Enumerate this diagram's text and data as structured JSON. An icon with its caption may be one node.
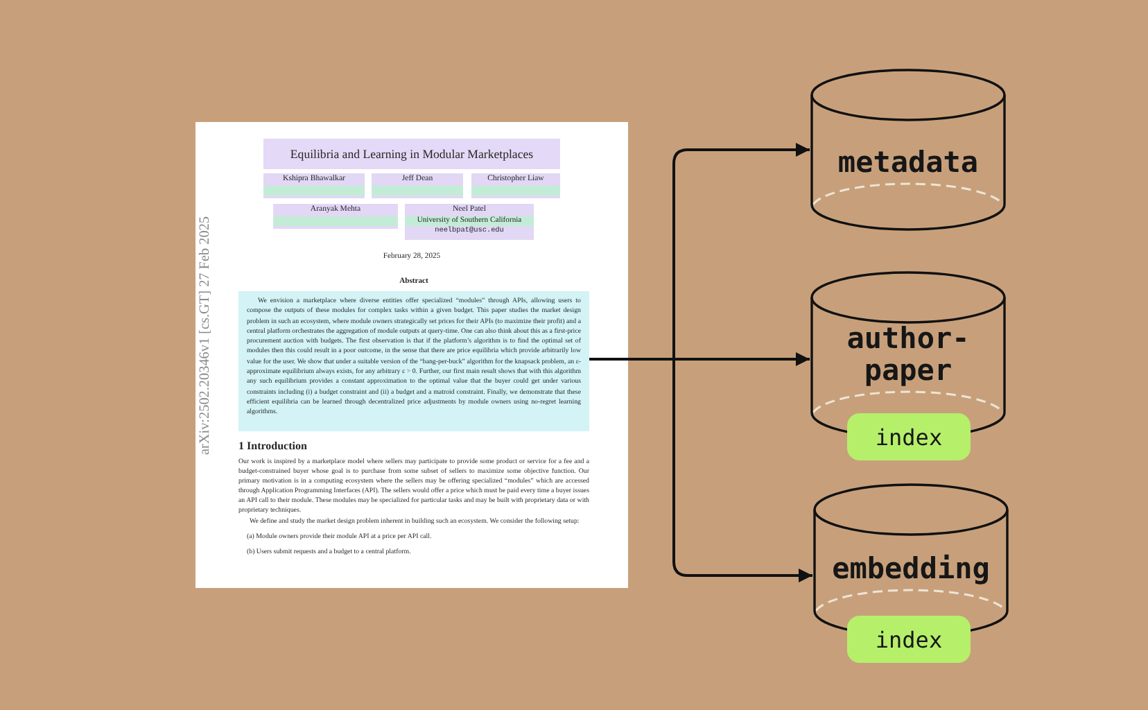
{
  "diagram": {
    "nodes": [
      {
        "text": [
          "arXiv:2502.20346v1 [cs.GT] 27 Feb 2025",
          "February 28, 2025",
          "1 Introduction",
          "Our work is inspired by a marketplace model where sellers may participate to provide some product or service for a fee and a budget-constrained buyer whose goal is to purchase from some subset of sellers to maximize some objective function. Our primary motivation is in a computing ecosystem where the sellers may be offering specialized “modules” which are accessed through Application Programming Interfaces (API). The sellers would offer a price which must be paid every time a buyer issues an API call to their module. These modules may be specialized for particular tasks and may be built with proprietary data or with proprietary techniques.",
          "We define and study the market design problem inherent in building such an ecosystem. We consider the following setup:",
          "(a) Module owners provide their module API at a price per API call.",
          "(b) Users submit requests and a budget to a central platform."
        ]
      },
      {
        "text": [
          "Equilibria and Learning in Modular Marketplaces"
        ],
        "in": 0
      },
      {
        "text": [
          "Kshipra Bhawalkar"
        ],
        "in": 0
      },
      {
        "text": [],
        "shape": "bar",
        "in": 2
      },
      {
        "text": [
          "Jeff Dean"
        ],
        "in": 0
      },
      {
        "text": [],
        "shape": "bar",
        "in": 4
      },
      {
        "text": [
          "Christopher Liaw"
        ],
        "in": 0
      },
      {
        "text": [],
        "shape": "bar",
        "in": 6
      },
      {
        "text": [
          "Aranyak Mehta"
        ],
        "in": 0
      },
      {
        "text": [],
        "shape": "bar",
        "in": 8
      },
      {
        "text": [
          "Neel Patel",
          "neelbpat@usc.edu"
        ],
        "in": 0
      },
      {
        "text": [
          "University of Southern California"
        ],
        "in": 10
      },
      {
        "text": [
          "Abstract",
          "We envision a marketplace where diverse entities offer specialized “modules” through APIs, allowing users to compose the outputs of these modules for complex tasks within a given budget. This paper studies the market design problem in such an ecosystem, where module owners strategically set prices for their APIs (to maximize their profit) and a central platform orchestrates the aggregation of module outputs at query-time. One can also think about this as a first-price procurement auction with budgets. The first observation is that if the platform’s algorithm is to find the optimal set of modules then this could result in a poor outcome, in the sense that there are price equilibria which provide arbitrarily low value for the user. We show that under a suitable version of the “bang-per-buck” algorithm for the knapsack problem, an ε-approximate equilibrium always exists, for any arbitrary ε > 0. Further, our first main result shows that with this algorithm any such equilibrium provides a constant approximation to the optimal value that the buyer could get under various constraints including (i) a budget constraint and (ii) a budget and a matroid constraint. Finally, we demonstrate that these efficient equilibria can be learned through decentralized price adjustments by module owners using no-regret learning algorithms."
        ],
        "in": 0
      },
      {
        "text": [
          "metadata"
        ]
      },
      {
        "text": [
          "author-paper",
          "index"
        ]
      },
      {
        "text": [
          "embedding",
          "index"
        ]
      }
    ],
    "edges": [
      {
        "from": 12,
        "to": 13,
        "arrow": "to"
      },
      {
        "from": 12,
        "to": 14,
        "arrow": "to"
      },
      {
        "from": 12,
        "to": 15,
        "arrow": "to"
      }
    ]
  }
}
